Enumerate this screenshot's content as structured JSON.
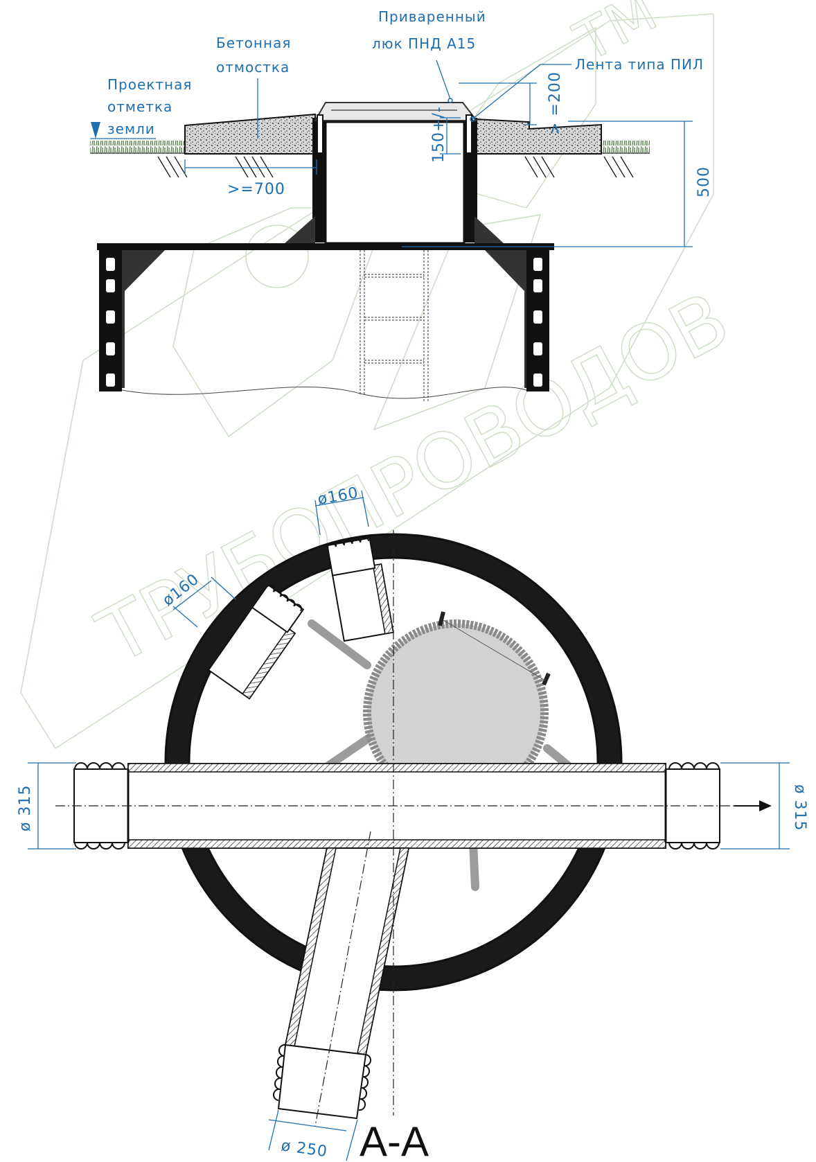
{
  "labels": {
    "ground_mark_1": "Проектная",
    "ground_mark_2": "отметка",
    "ground_mark_3": "земли",
    "pavement_1": "Бетонная",
    "pavement_2": "отмостка",
    "hatch_1": "Приваренный",
    "hatch_2": "люк ПНД А15",
    "tape": "Лента типа ПИЛ"
  },
  "dimensions": {
    "pavement_width": ">=700",
    "neck_height": "150+/-",
    "slope": "> =200",
    "depth": "500",
    "d_inlet_top": "ø160",
    "d_inlet_left": "ø160",
    "d_left": "ø 315",
    "d_right": "ø 315",
    "d_bottom": "ø 250"
  },
  "section_title": "А-А",
  "watermark": "ТРУБОПРОВОДОВ",
  "watermark_tm": "ТМ",
  "colors": {
    "dimension_blue": "#1f6fb0",
    "ring_black": "#1a1a1a",
    "grey_hatch": "#cfcfcf",
    "grass_green": "#3d8b2a",
    "watermark_green": "#c9dcc2"
  }
}
